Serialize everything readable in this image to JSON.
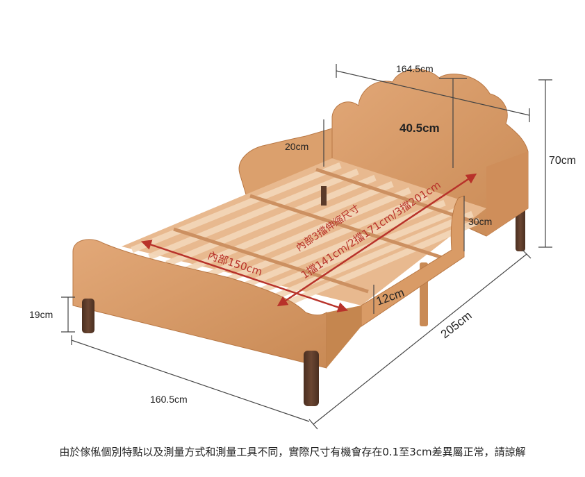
{
  "dimensions": {
    "headboard_width": "164.5cm",
    "headboard_arch": "40.5cm",
    "headboard_side": "20cm",
    "total_height": "70cm",
    "side_rail": "30cm",
    "inner_rail": "12cm",
    "leg_height": "19cm",
    "total_length": "205cm",
    "total_width": "160.5cm"
  },
  "labels": {
    "inner_width": "內部150cm",
    "extension_title": "內部3擋伸縮尺寸",
    "extension_sizes": "1擋141cm/2擋171cm/3擋201cm"
  },
  "caption": "由於傢俬個別特點以及測量方式和測量工具不同，實際尺寸有機會存在0.1至3cm差異屬正常，請諒解",
  "colors": {
    "wood": "#d79a66",
    "wood_dark": "#b97845",
    "leg": "#5a3a29",
    "annotation_red": "#b8322a"
  }
}
